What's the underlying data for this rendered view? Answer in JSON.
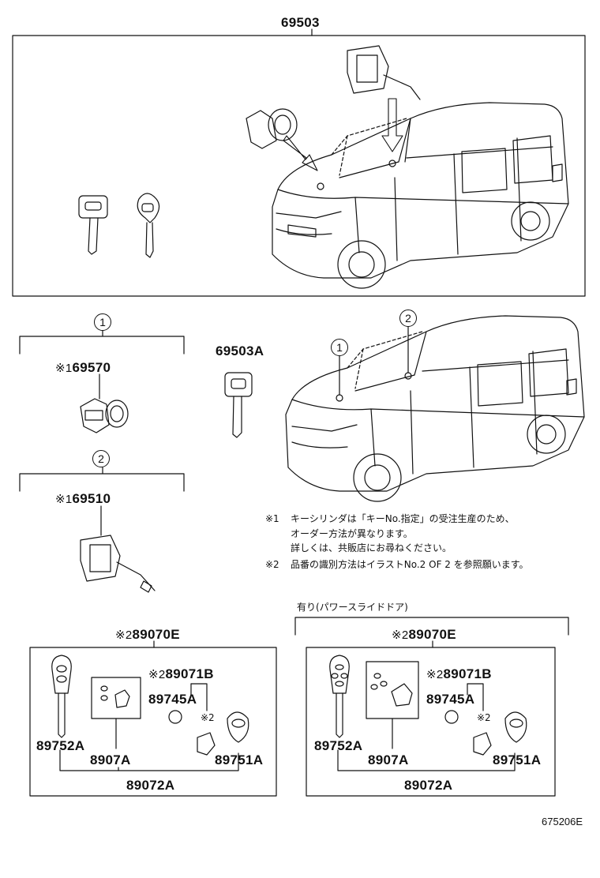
{
  "top_assembly": {
    "part_no": "69503"
  },
  "cylinder_set": {
    "part_no": "69503A"
  },
  "callouts": {
    "c1": "1",
    "c2": "2"
  },
  "door_cylinder": {
    "marker": "※1",
    "part_no": "69570"
  },
  "back_door_cylinder": {
    "marker": "※1",
    "part_no": "69510"
  },
  "notes": {
    "n1_marker": "※1",
    "n1_line1": "キーシリンダは「キーNo.指定」の受注生産のため、",
    "n1_line2": "オーダー方法が異なります。",
    "n1_line3": "詳しくは、共販店にお尋ねください。",
    "n2_marker": "※2",
    "n2_line1": "品番の識別方法はイラストNo.2 OF 2 を参照願います。"
  },
  "left_kit": {
    "title_marker": "※2",
    "title": "89070E",
    "transmitter_marker": "※2",
    "transmitter": "89071B",
    "battery": "89745A",
    "cover_marker": "※2",
    "key": "89752A",
    "board": "8907A",
    "case": "89751A",
    "housing": "89072A"
  },
  "right_kit": {
    "header": "有り(パワースライドドア)",
    "title_marker": "※2",
    "title": "89070E",
    "transmitter_marker": "※2",
    "transmitter": "89071B",
    "battery": "89745A",
    "cover_marker": "※2",
    "key": "89752A",
    "board": "8907A",
    "case": "89751A",
    "housing": "89072A"
  },
  "figure_code": "675206E"
}
